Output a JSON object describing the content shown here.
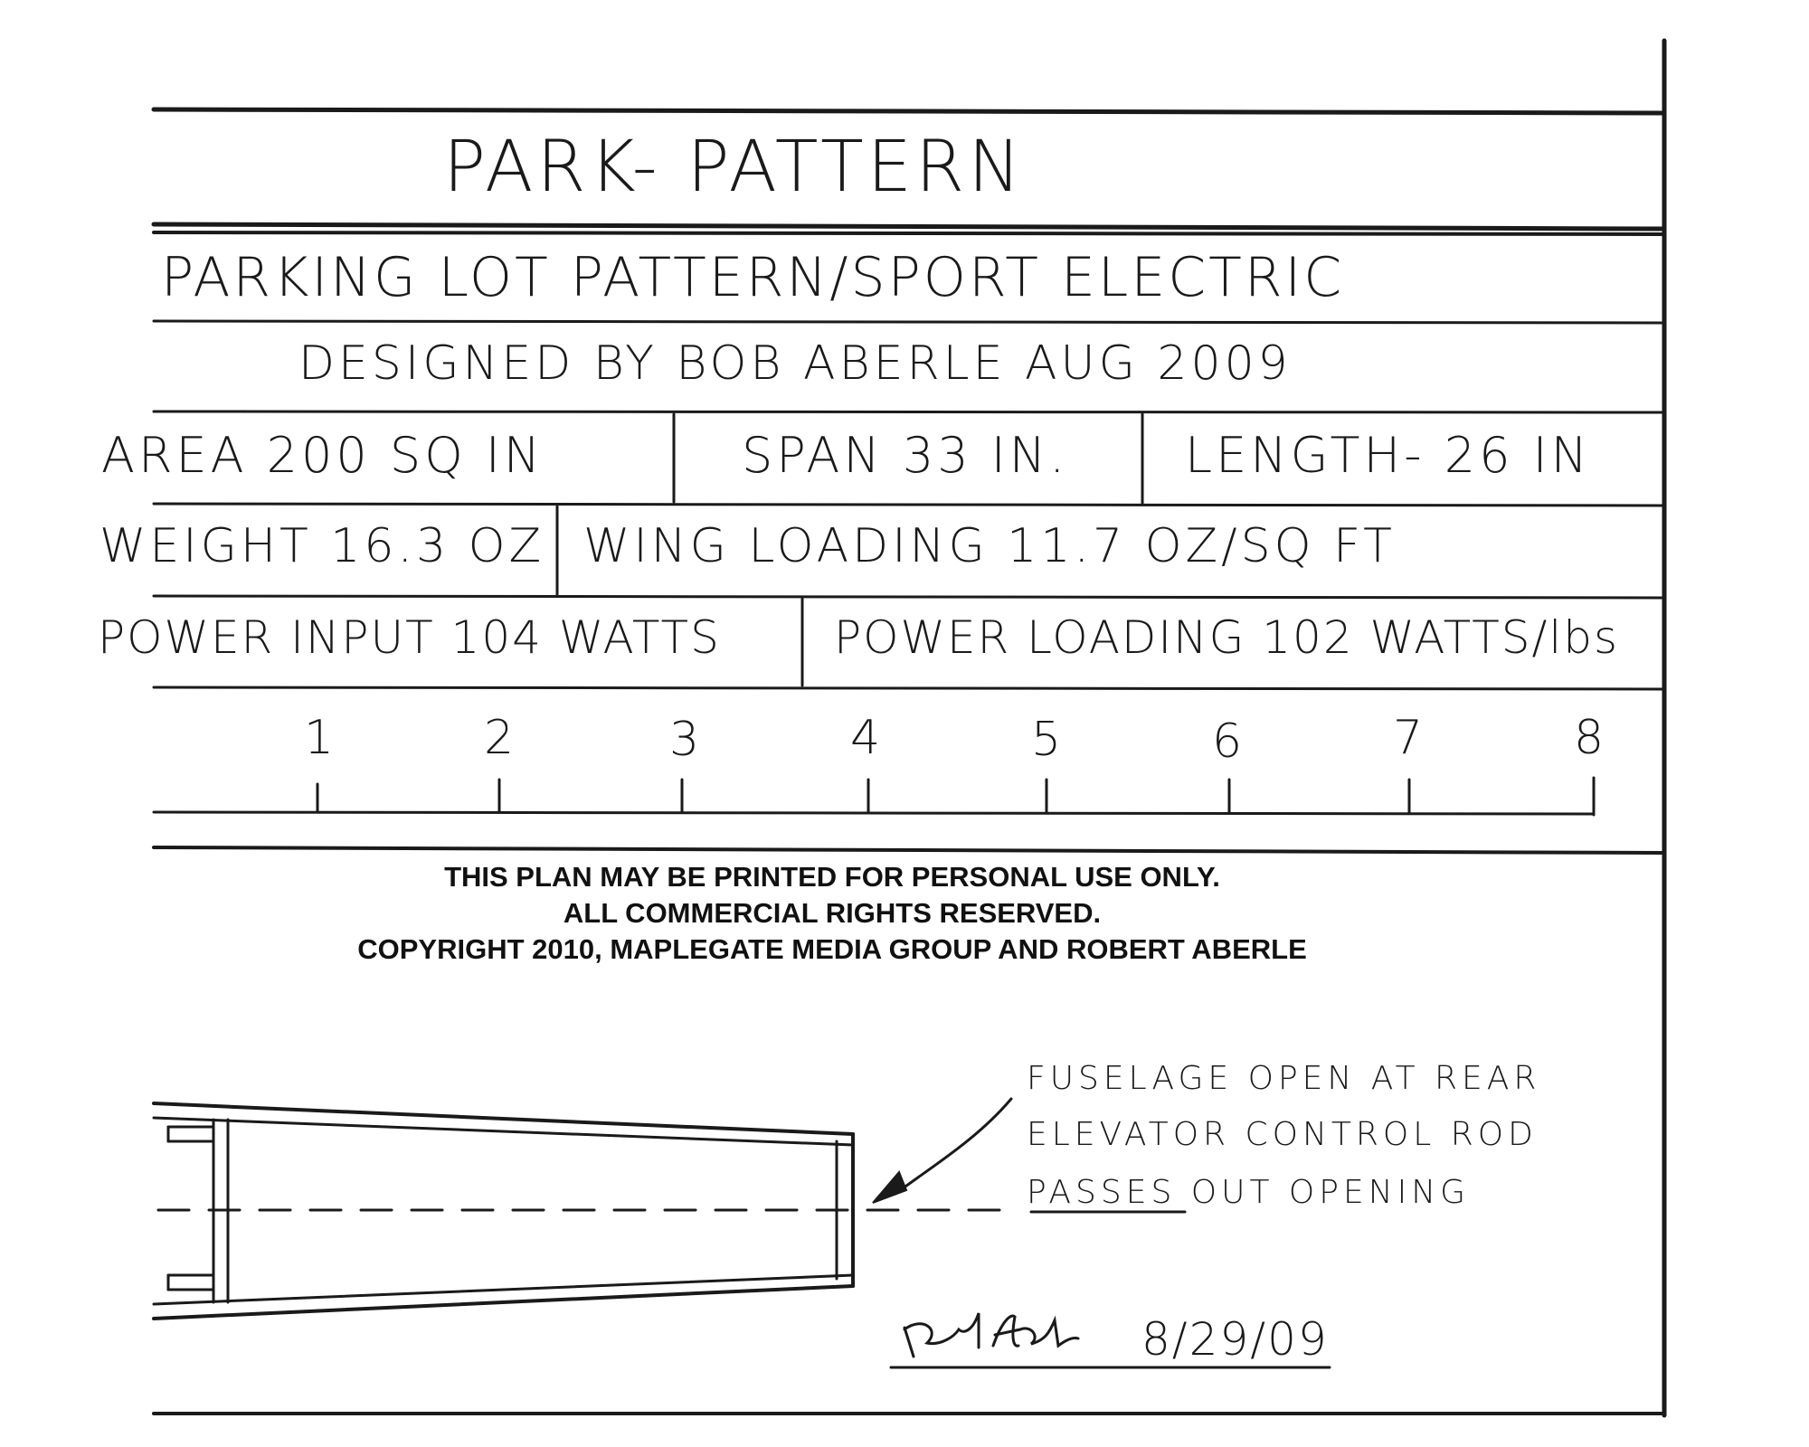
{
  "title": "PARK- PATTERN",
  "subtitle": "PARKING LOT PATTERN/SPORT ELECTRIC",
  "designer_line": "DESIGNED BY BOB ABERLE AUG 2009",
  "specs": {
    "area": "AREA 200 SQ IN",
    "span": "SPAN 33 IN.",
    "length": "LENGTH- 26 IN",
    "weight": "WEIGHT 16.3 OZ",
    "wing_loading": "WING LOADING 11.7 OZ/SQ FT",
    "power_input": "POWER INPUT 104 WATTS",
    "power_loading": "POWER LOADING 102 WATTS/lbs"
  },
  "scale": {
    "labels": [
      "1",
      "2",
      "3",
      "4",
      "5",
      "6",
      "7",
      "8"
    ]
  },
  "notice": {
    "line1": "THIS PLAN MAY BE PRINTED FOR PERSONAL USE ONLY.",
    "line2": "ALL COMMERCIAL RIGHTS RESERVED.",
    "line3": "COPYRIGHT 2010, MAPLEGATE MEDIA GROUP AND ROBERT ABERLE"
  },
  "annotation": {
    "line1": "FUSELAGE OPEN AT REAR",
    "line2": "ELEVATOR CONTROL ROD",
    "line3": "PASSES OUT OPENING"
  },
  "signature": {
    "date": "8/29/09"
  },
  "colors": {
    "ink": "#1a1a1a",
    "paper": "#ffffff"
  }
}
